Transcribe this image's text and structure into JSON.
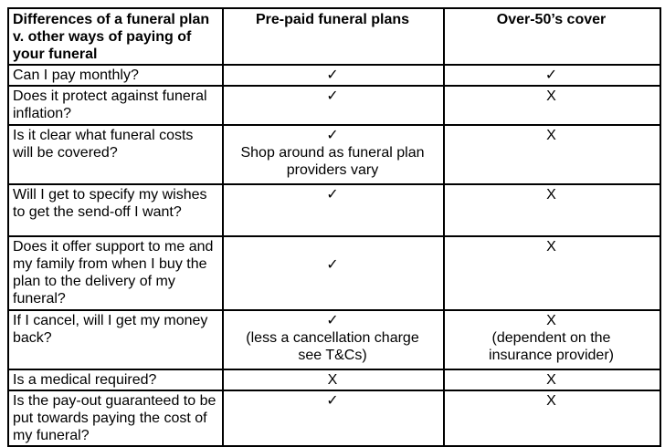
{
  "colors": {
    "border": "#000000",
    "background": "#ffffff",
    "text": "#000000"
  },
  "table": {
    "headers": [
      "Differences of a funeral plan v. other ways of paying of your funeral",
      "Pre-paid funeral plans",
      "Over-50’s cover"
    ],
    "rows": [
      {
        "question": "Can I pay monthly?",
        "prepaid": {
          "mark": "✓"
        },
        "over50": {
          "mark": "✓"
        }
      },
      {
        "question": "Does it protect against funeral inflation?",
        "prepaid": {
          "mark": "✓"
        },
        "over50": {
          "mark": "X"
        }
      },
      {
        "question": "Is it clear what funeral costs will be covered?",
        "prepaid": {
          "mark": "✓",
          "note": "Shop around as funeral plan\nproviders vary"
        },
        "over50": {
          "mark": "X"
        }
      },
      {
        "question": "Will I get to specify my wishes to get the send-off I want?",
        "prepaid": {
          "mark": "✓"
        },
        "over50": {
          "mark": "X"
        }
      },
      {
        "question": "Does it offer support to me and my family from when I buy the plan to the delivery of my funeral?",
        "prepaid": {
          "mark": "✓"
        },
        "over50": {
          "mark": "X"
        }
      },
      {
        "question": "If I cancel, will I get my money back?",
        "prepaid": {
          "mark": "✓",
          "note": "(less a cancellation charge\nsee T&Cs)"
        },
        "over50": {
          "mark": "X",
          "note": "(dependent on the\ninsurance provider)"
        }
      },
      {
        "question": "Is a medical required?",
        "prepaid": {
          "mark": "X"
        },
        "over50": {
          "mark": "X"
        }
      },
      {
        "question": "Is the pay-out guaranteed to be put towards paying the cost of my funeral?",
        "prepaid": {
          "mark": "✓"
        },
        "over50": {
          "mark": "X"
        }
      }
    ]
  }
}
